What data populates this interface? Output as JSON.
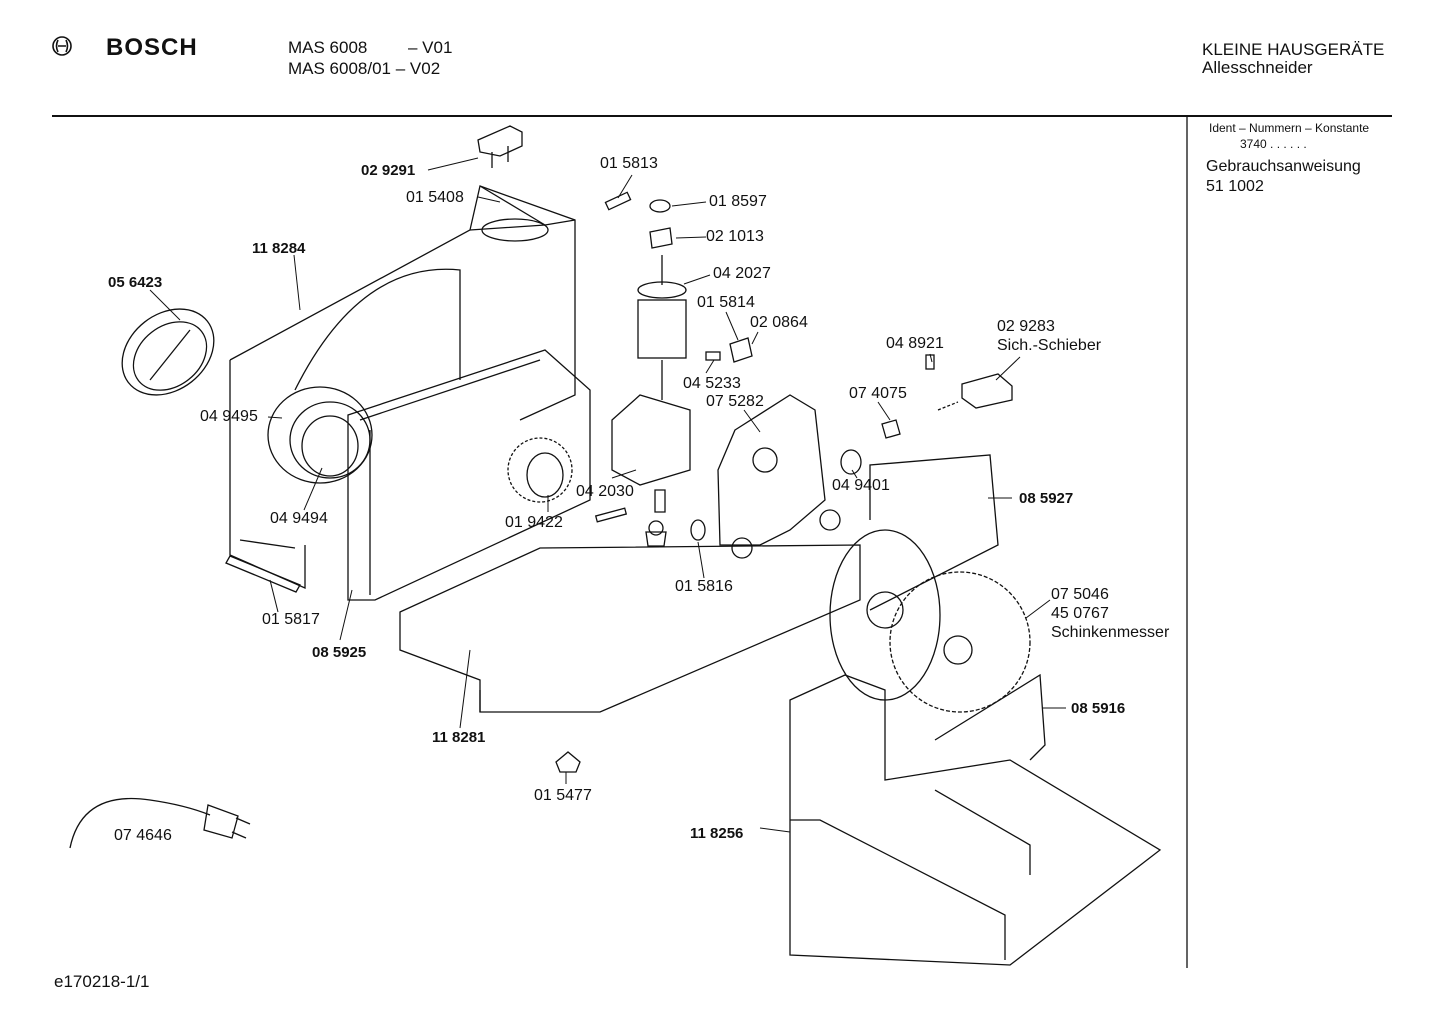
{
  "header": {
    "brand": "BOSCH",
    "model_line_1": "MAS 6008",
    "variant_1": "– V01",
    "model_line_2": "MAS 6008/01 – V02",
    "category": "KLEINE HAUSGERÄTE",
    "product": "Allesschneider"
  },
  "side_panel": {
    "ident_label": "Ident – Nummern – Konstante",
    "ident_value": "3740 . . . . . .",
    "manual_label": "Gebrauchsanweisung",
    "manual_number": "51 1002"
  },
  "parts": [
    {
      "id": "02 9291"
    },
    {
      "id": "01 5408"
    },
    {
      "id": "11 8284"
    },
    {
      "id": "05 6423"
    },
    {
      "id": "01 5813"
    },
    {
      "id": "01 8597"
    },
    {
      "id": "02 1013"
    },
    {
      "id": "04 2027"
    },
    {
      "id": "01 5814"
    },
    {
      "id": "02 0864"
    },
    {
      "id": "04 5233"
    },
    {
      "id": "07 5282"
    },
    {
      "id": "04 8921"
    },
    {
      "id": "02 9283"
    },
    {
      "id": "Sich.-Schieber"
    },
    {
      "id": "07 4075"
    },
    {
      "id": "04 9495"
    },
    {
      "id": "04 2030"
    },
    {
      "id": "04 9401"
    },
    {
      "id": "08 5927"
    },
    {
      "id": "04 9494"
    },
    {
      "id": "01 9422"
    },
    {
      "id": "01 5816"
    },
    {
      "id": "07 5046"
    },
    {
      "id": "45 0767"
    },
    {
      "id": "Schinkenmesser"
    },
    {
      "id": "01 5817"
    },
    {
      "id": "08 5925"
    },
    {
      "id": "08 5916"
    },
    {
      "id": "11 8281"
    },
    {
      "id": "01 5477"
    },
    {
      "id": "07 4646"
    },
    {
      "id": "11 8256"
    }
  ],
  "footer": {
    "doc_id": "e170218-1/1"
  }
}
